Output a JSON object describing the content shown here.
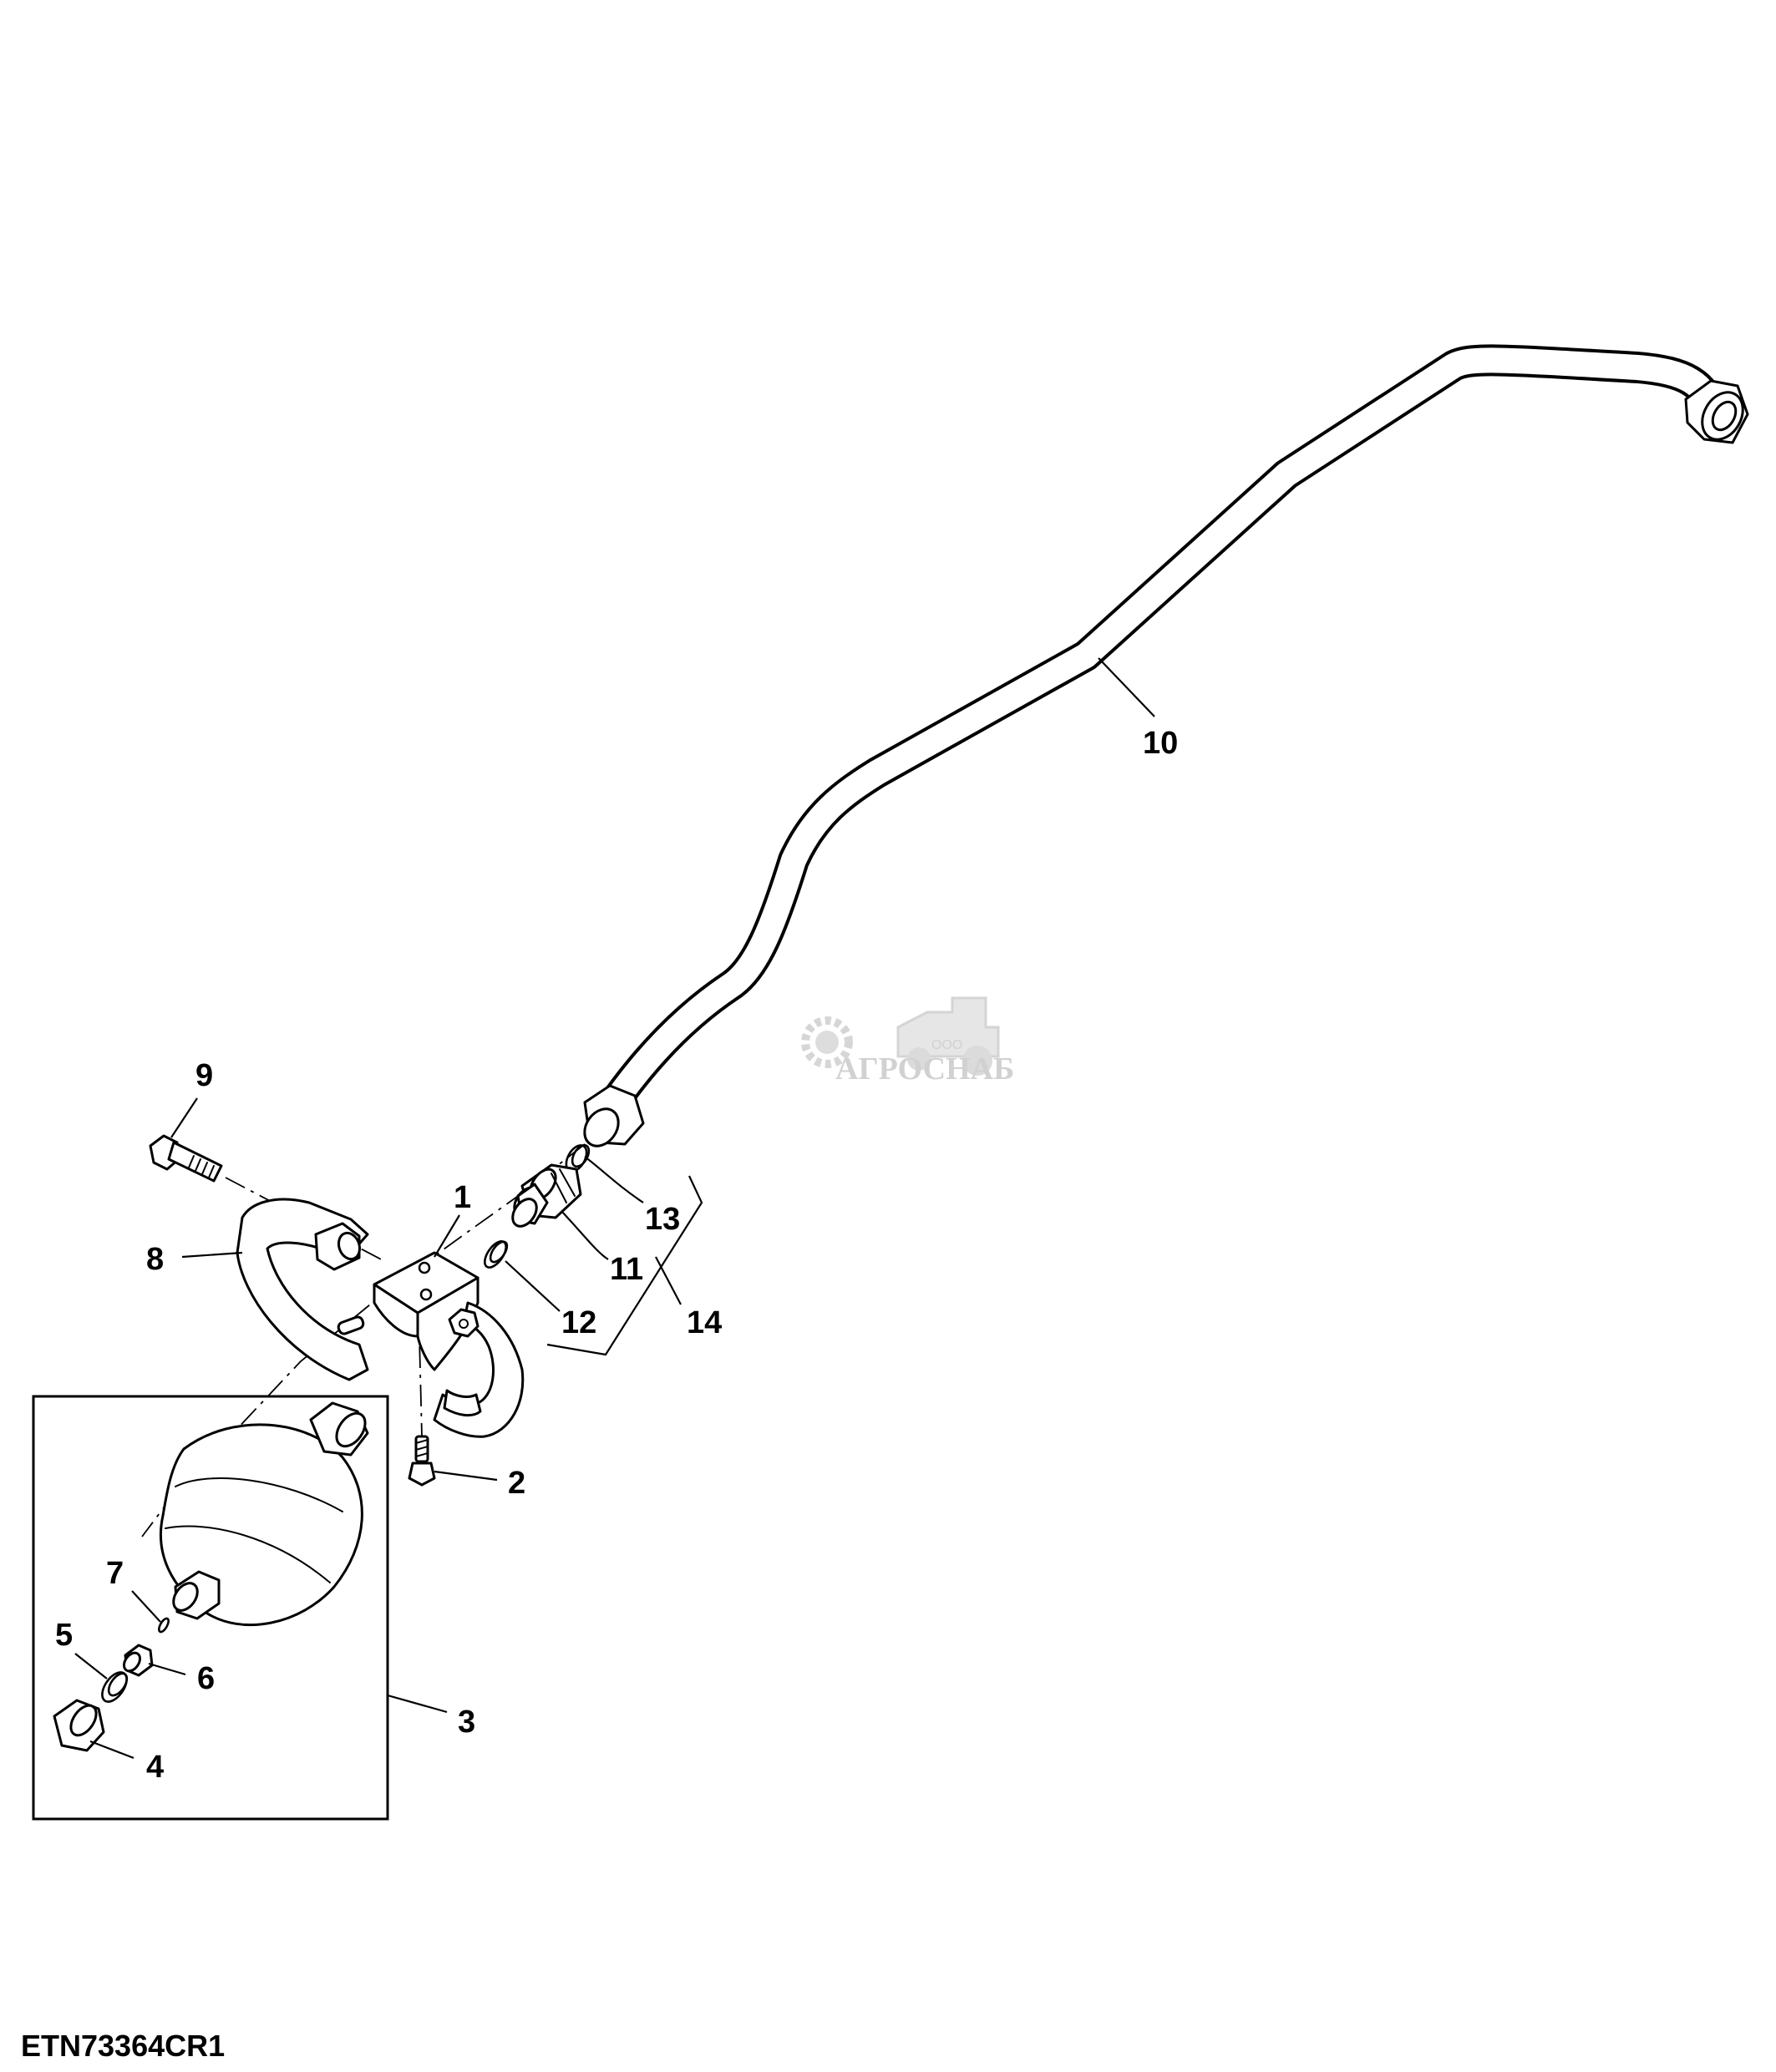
{
  "diagram": {
    "figure_id": "ETN73364CR1",
    "callouts": {
      "c1": "1",
      "c2": "2",
      "c3": "3",
      "c4": "4",
      "c5": "5",
      "c6": "6",
      "c7": "7",
      "c8": "8",
      "c9": "9",
      "c10": "10",
      "c11": "11",
      "c12": "12",
      "c13": "13",
      "c14": "14"
    },
    "watermark": {
      "brand": "АГРОСНАБ",
      "prefix": "ООО"
    }
  }
}
